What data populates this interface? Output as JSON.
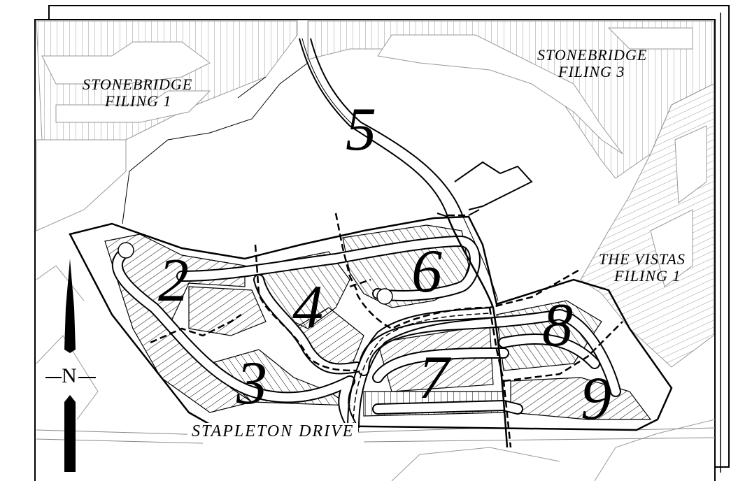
{
  "labels": {
    "stonebridge_1": [
      "STONEBRIDGE",
      "FILING 1"
    ],
    "stonebridge_3": [
      "STONEBRIDGE",
      "FILING 3"
    ],
    "vistas": [
      "THE VISTAS",
      "FILING 1"
    ],
    "road": "STAPLETON DRIVE",
    "north": "N"
  },
  "phases": [
    "2",
    "3",
    "4",
    "5",
    "6",
    "7",
    "8",
    "9"
  ]
}
